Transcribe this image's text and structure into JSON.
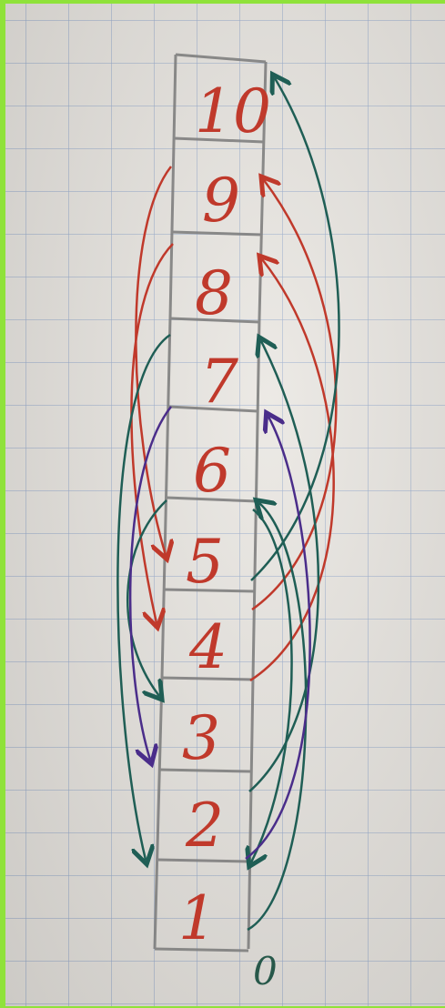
{
  "photo": {
    "subject": "hand-drawn number ladder on graph paper",
    "colors": {
      "border": "#8fe23a",
      "paper": "#e9e6e1",
      "grid": "#9aafcf",
      "pencil": "#7a7a7a",
      "red_ink": "#c0392b",
      "green_ink": "#1f5e55",
      "purple_ink": "#4a2d8a"
    }
  },
  "numbers": [
    "1",
    "2",
    "3",
    "4",
    "5",
    "6",
    "7",
    "8",
    "9",
    "10"
  ],
  "zero_label": "0"
}
